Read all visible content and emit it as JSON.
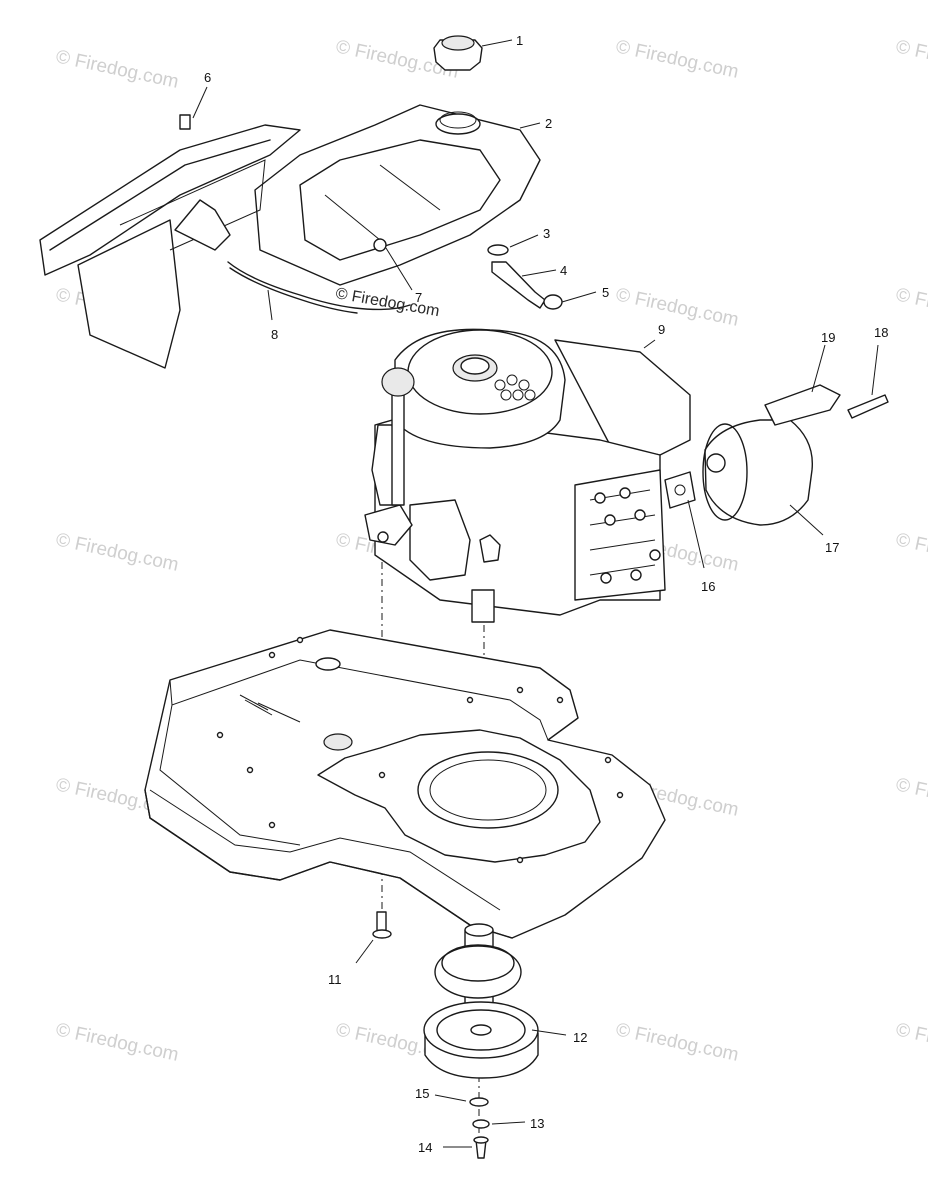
{
  "watermark": {
    "text": "© Firedog.com",
    "color": "#cfcfcf"
  },
  "callouts": [
    {
      "id": "1",
      "label": "1"
    },
    {
      "id": "2",
      "label": "2"
    },
    {
      "id": "3",
      "label": "3"
    },
    {
      "id": "4",
      "label": "4"
    },
    {
      "id": "5",
      "label": "5"
    },
    {
      "id": "6",
      "label": "6"
    },
    {
      "id": "7",
      "label": "7"
    },
    {
      "id": "8",
      "label": "8"
    },
    {
      "id": "9",
      "label": "9"
    },
    {
      "id": "11",
      "label": "11"
    },
    {
      "id": "12",
      "label": "12"
    },
    {
      "id": "13",
      "label": "13"
    },
    {
      "id": "14",
      "label": "14"
    },
    {
      "id": "15",
      "label": "15"
    },
    {
      "id": "16",
      "label": "16"
    },
    {
      "id": "17",
      "label": "17"
    },
    {
      "id": "18",
      "label": "18"
    },
    {
      "id": "19",
      "label": "19"
    }
  ]
}
